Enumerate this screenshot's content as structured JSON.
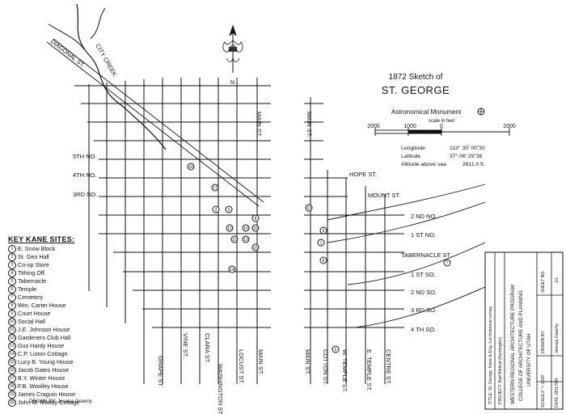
{
  "title": {
    "line1": "1872 Sketch of",
    "line2": "ST. GEORGE"
  },
  "monument": {
    "label": "Astronomical Monument",
    "scale_caption": "scale in feet",
    "scale_ticks": [
      "2000",
      "1000",
      "0",
      "2000"
    ],
    "longitude_label": "Longitude",
    "longitude_value": "113° 35' 00\"30",
    "latitude_label": "Latitude",
    "latitude_value": "37° 06' 29\"38",
    "altitude_label": "Altitude above sea",
    "altitude_value": "2611.0 ft."
  },
  "north_label": "N",
  "streets": {
    "diagonal": "DIAGONAL ST.",
    "city_creek": "CITY CREEK",
    "main_top_left": "MAIN ST.",
    "main_top_right": "MAIN ST.",
    "fifth_no": "5TH NO.",
    "fourth_no": "4TH NO.",
    "third_no": "3RD NO.",
    "hope": "HOPE ST.",
    "mount": "MOUNT ST.",
    "second_no": "2 ND NO.",
    "first_no": "1 ST NO.",
    "tabernacle": "TABERNACLE ST.",
    "first_so": "1 ST SO.",
    "second_so": "2 ND SO.",
    "third_so": "3 RD SO.",
    "fourth_so": "4 TH SO.",
    "grape": "GRAPE ST.",
    "vine": "VINE ST.",
    "clara": "CLARA ST.",
    "washington": "WASHINGTON ST.",
    "locust": "LOCUST ST.",
    "main_bottom_left": "MAIN ST.",
    "main_bottom_right": "MAIN ST.",
    "cotton": "COTTON ST.",
    "w_temple": "W. TEMPLE ST.",
    "e_temple": "E. TEMPLE ST.",
    "centre": "CENTRE ST."
  },
  "key": {
    "heading": "KEY KANE SITES:",
    "items": [
      {
        "n": "1",
        "name": "E. Snow Block"
      },
      {
        "n": "2",
        "name": "St. Geo Hall"
      },
      {
        "n": "3",
        "name": "Co-op Store"
      },
      {
        "n": "4",
        "name": "Tithing Off."
      },
      {
        "n": "5",
        "name": "Tabernacle"
      },
      {
        "n": "6",
        "name": "Temple"
      },
      {
        "n": "7",
        "name": "Cemetery"
      },
      {
        "n": "8",
        "name": "Wm. Carter House"
      },
      {
        "n": "9",
        "name": "Court House"
      },
      {
        "n": "10",
        "name": "Social Hall"
      },
      {
        "n": "11",
        "name": "J.E. Johnson House"
      },
      {
        "n": "12",
        "name": "Gardeners Club Hall"
      },
      {
        "n": "13",
        "name": "Gus Hardy House"
      },
      {
        "n": "14",
        "name": "C.P. Liston Cottage"
      },
      {
        "n": "15",
        "name": "Lucy B. Young House"
      },
      {
        "n": "16",
        "name": "Jacob Gates House"
      },
      {
        "n": "17",
        "name": "B.Y. Winter House"
      },
      {
        "n": "18",
        "name": "F.B. Woolley House"
      },
      {
        "n": "19",
        "name": "James Craguin House"
      },
      {
        "n": "20",
        "name": "John M. Moody Cottage"
      }
    ]
  },
  "drawn_by": "DRAWN BY: Jessica Greenly",
  "title_block": {
    "program_line1": "WESTERN REGIONAL ARCHITECTURE PROGRAM",
    "program_line2": "COLLEGE OF ARCHITECTURE AND PLANNING",
    "program_line3": "UNIVERSITY OF UTAH",
    "project": "PROJECT: Bad Biblical (Huntington)",
    "title": "TITLE: St. George, Kane & Eng. Lot historical survey",
    "sheet_label": "SHEET NO.",
    "sheet_value": "1/1",
    "drawn_label": "DRAWN BY:",
    "drawn_value": "Jessica Greenly",
    "scale_label": "SCALE:",
    "scale_value": "1\" = 1000'",
    "date_label": "DATE:",
    "date_value": "05/17/04"
  }
}
